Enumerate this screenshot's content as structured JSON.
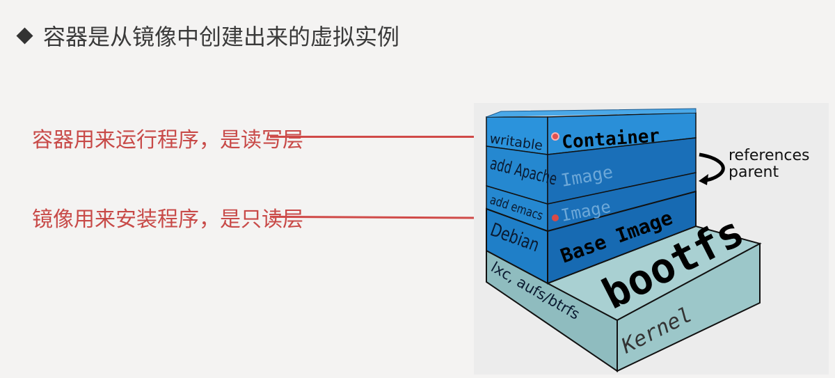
{
  "title": {
    "bullet_icon": "diamond-icon",
    "text": "容器是从镜像中创建出来的虚拟实例"
  },
  "notes": [
    {
      "text": "容器用来运行程序，是读写层",
      "color": "#c84a48"
    },
    {
      "text": "镜像用来安装程序，是只读层",
      "color": "#c84a48"
    }
  ],
  "diagram": {
    "layers": [
      {
        "side": "writable",
        "front": "Container"
      },
      {
        "side": "add Apache",
        "front": "Image"
      },
      {
        "side": "add emacs",
        "front": "Image"
      },
      {
        "side": "Debian",
        "front": "Base Image"
      }
    ],
    "base": {
      "top": "bootfs",
      "side": "lxc, aufs/btrfs",
      "front": "Kernel"
    },
    "annotation": [
      "references",
      "parent"
    ],
    "colors": {
      "container": "#2a8fd8",
      "image": "#1a6fb8",
      "side": "#2b93dc",
      "kernel": "#9cc7c9"
    }
  }
}
